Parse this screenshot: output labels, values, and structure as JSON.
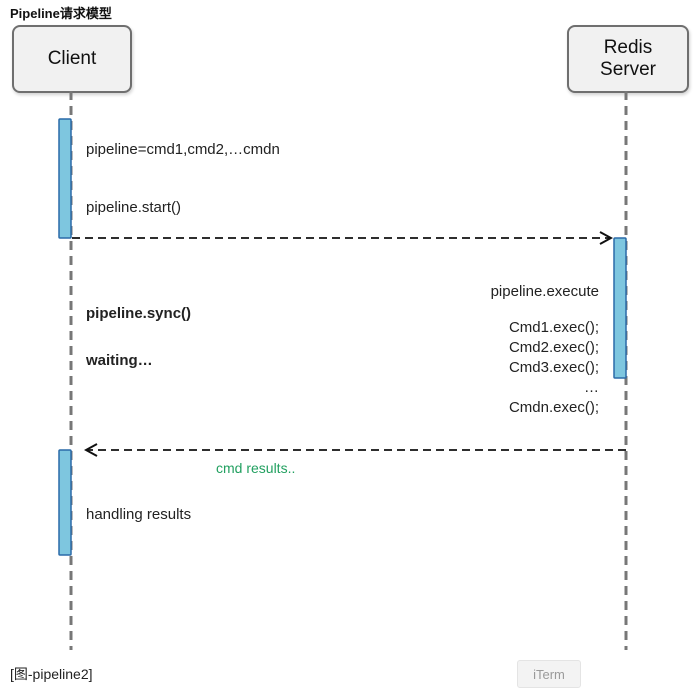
{
  "title": "Pipeline请求模型",
  "actors": {
    "client": "Client",
    "server": "Redis\nServer"
  },
  "client_notes": {
    "pipeline_def": "pipeline=cmd1,cmd2,…cmdn",
    "pipeline_start": "pipeline.start()",
    "pipeline_sync": "pipeline.sync()",
    "waiting": "waiting…",
    "handling": "handling results"
  },
  "server_notes": {
    "execute": "pipeline.execute",
    "cmd1": "Cmd1.exec();",
    "cmd2": "Cmd2.exec();",
    "cmd3": "Cmd3.exec();",
    "ellipsis": "…",
    "cmdn": "Cmdn.exec();"
  },
  "messages": {
    "results": "cmd results.."
  },
  "caption": "[图-pipeline2]",
  "iterm": "iTerm",
  "colors": {
    "activation_fill": "#7ec6df",
    "activation_border": "#2a6aa8",
    "lifeline": "#777777",
    "results_text": "#22a060"
  }
}
